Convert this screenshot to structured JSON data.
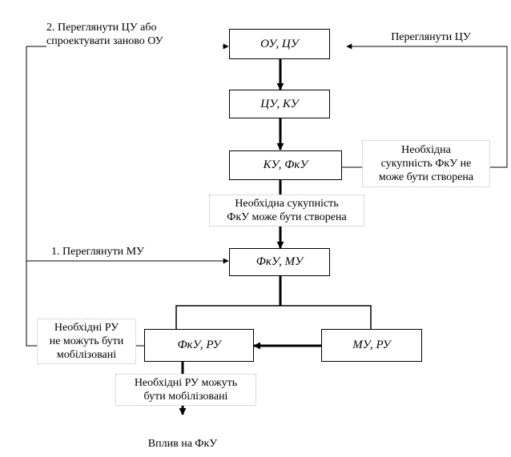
{
  "nodes": {
    "ou_cu": "ОУ, ЦУ",
    "cu_ku": "ЦУ, КУ",
    "ku_fku": "КУ, ФкУ",
    "fku_mu": "ФкУ, МУ",
    "fku_ru": "ФкУ, РУ",
    "mu_ru": "МУ, РУ"
  },
  "labels": {
    "review_cu_redesign_line1": "2. Переглянути ЦУ або",
    "review_cu_redesign_line2": "спроектувати заново ОУ",
    "review_cu": "Переглянути ЦУ",
    "fku_cannot_line1": "Необхідна",
    "fku_cannot_line2": "сукупність ФкУ не",
    "fku_cannot_line3": "може бути створена",
    "fku_can_line1": "Необхідна сукупність",
    "fku_can_line2": "ФкУ може бути створена",
    "review_mu": "1. Переглянути МУ",
    "ru_cannot_line1": "Необхідні РУ",
    "ru_cannot_line2": "не можуть бути",
    "ru_cannot_line3": "мобілізовані",
    "ru_can_line1": "Необхідні РУ можуть",
    "ru_can_line2": "бути мобілізовані",
    "output": "Вплив на ФкУ"
  }
}
